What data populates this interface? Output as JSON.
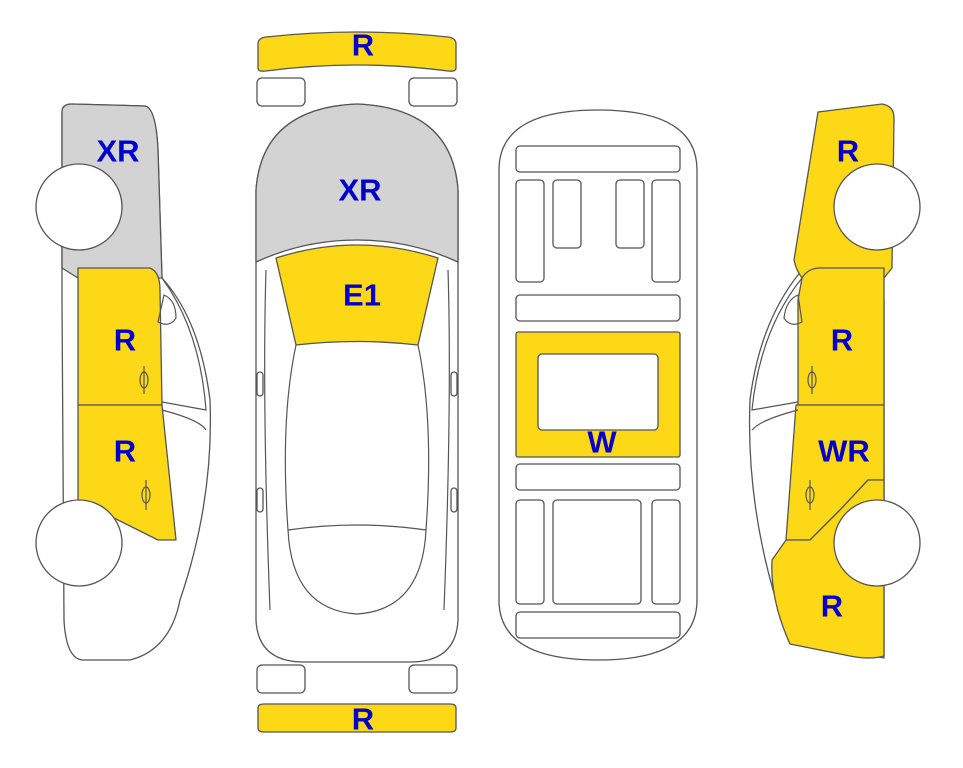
{
  "colors": {
    "damaged": "#fdd817",
    "replaced": "#d3d3d3",
    "none": "#ffffff",
    "label": "#0000cc"
  },
  "labels": {
    "front_bumper": "R",
    "rear_bumper": "R",
    "hood": "XR",
    "windshield": "E1",
    "roof_panel": "W",
    "left_front_fender": "XR",
    "left_front_door": "R",
    "left_rear_door": "R",
    "right_front_fender": "R",
    "right_front_door": "R",
    "right_rear_door": "WR",
    "right_rear_quarter": "R"
  },
  "parts": {
    "front_bumper": "damaged",
    "rear_bumper": "damaged",
    "hood": "replaced",
    "windshield": "damaged",
    "roof_panel": "damaged",
    "left_front_fender": "replaced",
    "left_front_door": "damaged",
    "left_rear_door": "damaged",
    "right_front_fender": "damaged",
    "right_front_door": "damaged",
    "right_rear_door": "damaged",
    "right_rear_quarter": "damaged"
  }
}
